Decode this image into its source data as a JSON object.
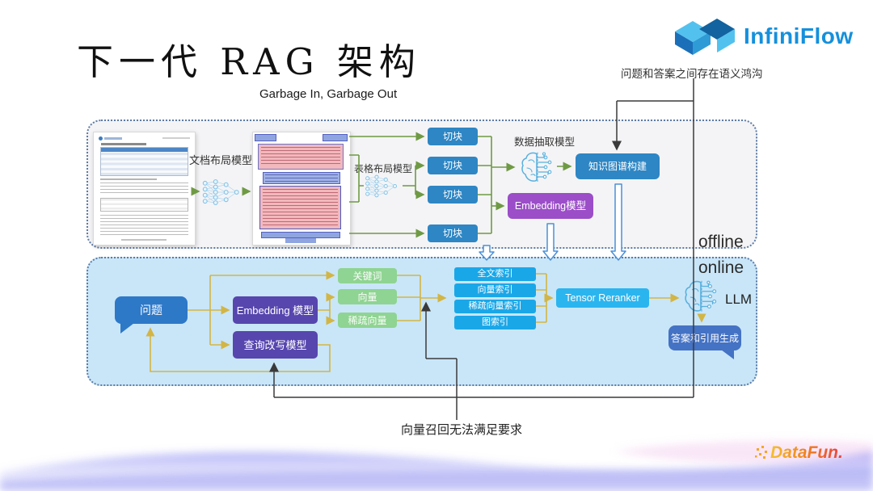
{
  "slide": {
    "title": "下一代 RAG 架构",
    "subtitle": "Garbage In, Garbage Out",
    "top_annotation": "问题和答案之间存在语义鸿沟",
    "bottom_annotation": "向量召回无法满足要求",
    "offline_label": "offline",
    "online_label": "online"
  },
  "brand": {
    "name": "InfiniFlow"
  },
  "footer": {
    "brand": "DataFun."
  },
  "offline": {
    "doc_layout_model_label": "文档布局模型",
    "table_layout_model_label": "表格布局模型",
    "data_extraction_model_label": "数据抽取模型",
    "chunks": [
      "切块",
      "切块",
      "切块",
      "切块"
    ],
    "knowledge_graph_label": "知识图谱构建",
    "embedding_model_label": "Embedding模型"
  },
  "online": {
    "question_label": "问题",
    "embedding_model_label": "Embedding 模型",
    "query_rewrite_label": "查询改写模型",
    "keyword_label": "关键词",
    "vector_label": "向量",
    "sparse_vector_label": "稀疏向量",
    "indexes": [
      "全文索引",
      "向量索引",
      "稀疏向量索引",
      "图索引"
    ],
    "tensor_reranker_label": "Tensor Reranker",
    "llm_label": "LLM",
    "answer_label": "答案和引用生成"
  },
  "colors": {
    "chunk_blue": "#2E86C4",
    "index_blue": "#1AA7E8",
    "reranker_cyan": "#2BB5EF",
    "offline_purple": "#9B4EC8",
    "online_purple": "#5746AE",
    "green_box": "#8FD492",
    "question_blue": "#2E78C8",
    "answer_blue": "#4472C4",
    "flow_green": "#6F9A44",
    "flow_yellow": "#D2B545",
    "annotation_black": "#3A3A3A",
    "panel_online_bg": "#C9E6F8",
    "panel_offline_bg": "#F4F4F6",
    "brand_blue": "#1590DC",
    "datafun_orange": "#F08020"
  }
}
